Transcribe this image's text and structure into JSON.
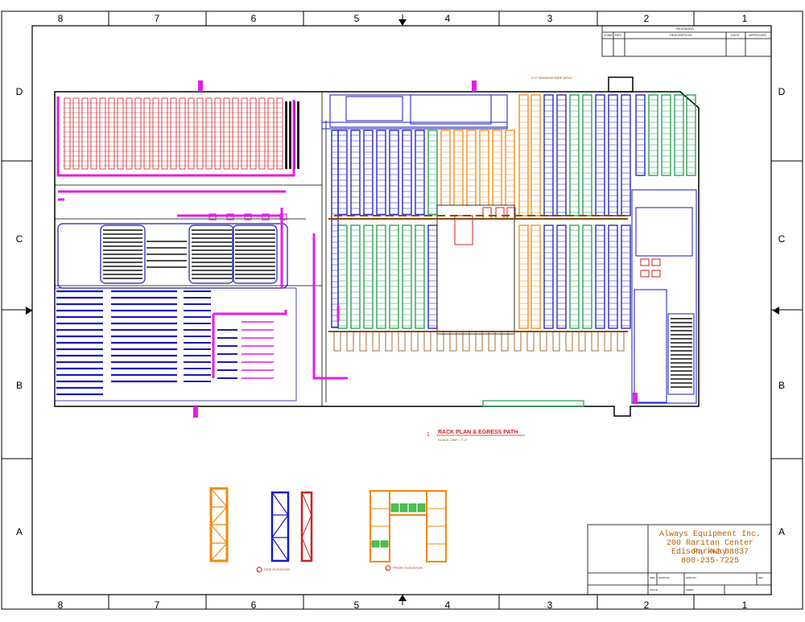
{
  "zones": {
    "columns": [
      "8",
      "7",
      "6",
      "5",
      "4",
      "3",
      "2",
      "1"
    ],
    "rows": [
      "D",
      "C",
      "B",
      "A"
    ]
  },
  "title": {
    "drawing_title": "RACK PLAN & EGRESS PATH",
    "drawing_number": "1",
    "scale_note": "SCALE: 3/64\" = 1'-0\""
  },
  "title_block": {
    "company": "Always Equipment Inc.",
    "address": "200 Raritan Center Parkway",
    "city": "Edison, NJ 08837",
    "phone": "800-235-7225",
    "fields": [
      "SIZE",
      "FSCM NO.",
      "DWG NO.",
      "REV",
      "SCALE",
      "SHEET"
    ]
  },
  "revisions": {
    "heading": "REVISIONS",
    "columns": [
      "ZONE",
      "REV",
      "DESCRIPTION",
      "DATE",
      "APPROVED"
    ]
  },
  "notes": {
    "dock_note": "3'-0\" MINIMUM WIDE AISLE"
  },
  "elevations": {
    "side_label": "SIDE ELEVATION",
    "front_label": "FRONT ELEVATION",
    "side_number": "2",
    "front_number": "3"
  },
  "colors": {
    "border": "#000000",
    "rack_blue": "#1a1ab8",
    "rack_green": "#1e9a4c",
    "rack_orange": "#ef8a12",
    "egress_magenta": "#e51ee5",
    "rack_red": "#cc2222",
    "rack_navy": "#1a1a6e",
    "brown": "#8a4a10",
    "title_orange": "#b85f00"
  }
}
